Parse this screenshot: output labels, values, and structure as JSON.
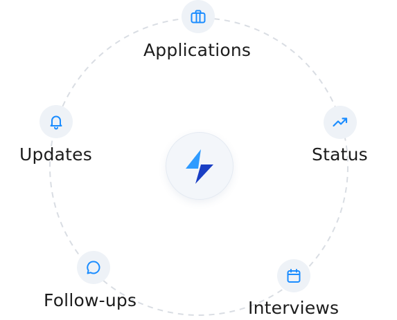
{
  "diagram": {
    "center": {
      "icon": "lightning-bolt-logo"
    },
    "nodes": [
      {
        "id": "applications",
        "label": "Applications",
        "icon": "briefcase-icon"
      },
      {
        "id": "status",
        "label": "Status",
        "icon": "trending-up-icon"
      },
      {
        "id": "interviews",
        "label": "Interviews",
        "icon": "calendar-icon"
      },
      {
        "id": "follow-ups",
        "label": "Follow-ups",
        "icon": "chat-bubble-icon"
      },
      {
        "id": "updates",
        "label": "Updates",
        "icon": "bell-icon"
      }
    ]
  },
  "colors": {
    "icon_accent": "#1a8cff",
    "icon_background": "#eef2f7",
    "orbit_dash": "#d9dde3",
    "bolt_light": "#2f9bff",
    "bolt_dark": "#1a3fc4",
    "text": "#1c1c1c"
  }
}
